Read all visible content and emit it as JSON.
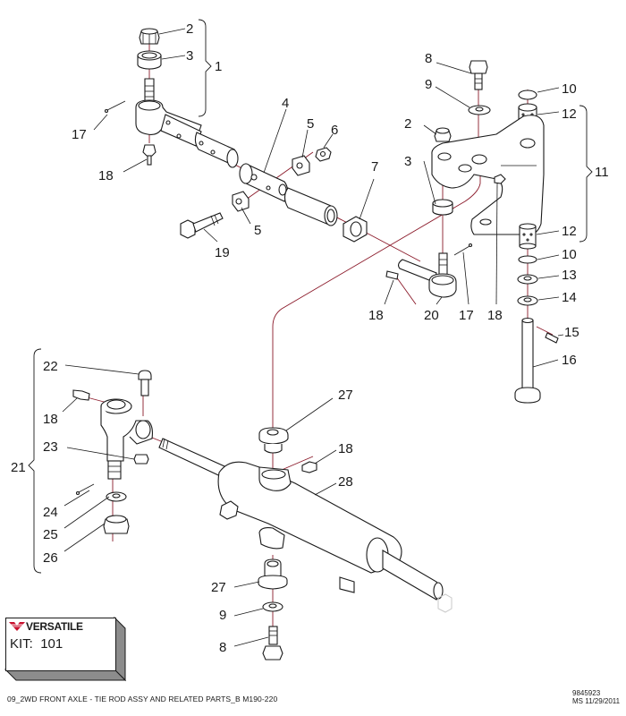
{
  "title": "09_2WD FRONT AXLE - TIE ROD ASSY AND RELATED PARTS_B M190-220",
  "kit": {
    "brand": "VERSATILE",
    "brand_color": "#c8102e",
    "label": "KIT:",
    "number": "101"
  },
  "document": {
    "number": "9845923",
    "revision": "MS 11/29/2011"
  },
  "colors": {
    "axis_line": "#8b1a2a",
    "line": "#1a1a1a"
  },
  "callouts": {
    "c1": "1",
    "c2a": "2",
    "c3a": "3",
    "c4": "4",
    "c5a": "5",
    "c5b": "5",
    "c6": "6",
    "c7": "7",
    "c8a": "8",
    "c9a": "9",
    "c10a": "10",
    "c12a": "12",
    "c2b": "2",
    "c3b": "3",
    "c11": "11",
    "c12b": "12",
    "c10b": "10",
    "c13": "13",
    "c14": "14",
    "c15": "15",
    "c16": "16",
    "c17a": "17",
    "c18a": "18",
    "c19": "19",
    "c18b": "18",
    "c20": "20",
    "c17b": "17",
    "c18c": "18",
    "c22": "22",
    "c18d": "18",
    "c23": "23",
    "c21": "21",
    "c24": "24",
    "c25": "25",
    "c26": "26",
    "c27a": "27",
    "c18e": "18",
    "c28": "28",
    "c27b": "27",
    "c9b": "9",
    "c8b": "8"
  },
  "parts": [
    {
      "no": "1",
      "name": "tie-rod-end-assembly"
    },
    {
      "no": "2",
      "name": "castle-nut"
    },
    {
      "no": "3",
      "name": "seal"
    },
    {
      "no": "4",
      "name": "adjusting-tube"
    },
    {
      "no": "5",
      "name": "clamp"
    },
    {
      "no": "6",
      "name": "nut"
    },
    {
      "no": "7",
      "name": "lock-nut"
    },
    {
      "no": "8",
      "name": "bolt"
    },
    {
      "no": "9",
      "name": "washer"
    },
    {
      "no": "10",
      "name": "o-ring"
    },
    {
      "no": "11",
      "name": "steering-arm-assembly"
    },
    {
      "no": "12",
      "name": "needle-bearing"
    },
    {
      "no": "13",
      "name": "washer"
    },
    {
      "no": "14",
      "name": "washer"
    },
    {
      "no": "15",
      "name": "pin"
    },
    {
      "no": "16",
      "name": "king-pin"
    },
    {
      "no": "17",
      "name": "cotter-pin"
    },
    {
      "no": "18",
      "name": "grease-fitting"
    },
    {
      "no": "19",
      "name": "bolt"
    },
    {
      "no": "20",
      "name": "tie-rod-end"
    },
    {
      "no": "21",
      "name": "cylinder-end-assembly"
    },
    {
      "no": "22",
      "name": "bolt"
    },
    {
      "no": "23",
      "name": "rod-end"
    },
    {
      "no": "24",
      "name": "cotter-pin"
    },
    {
      "no": "25",
      "name": "washer"
    },
    {
      "no": "26",
      "name": "castle-nut"
    },
    {
      "no": "27",
      "name": "bushing"
    },
    {
      "no": "28",
      "name": "steering-cylinder"
    }
  ]
}
